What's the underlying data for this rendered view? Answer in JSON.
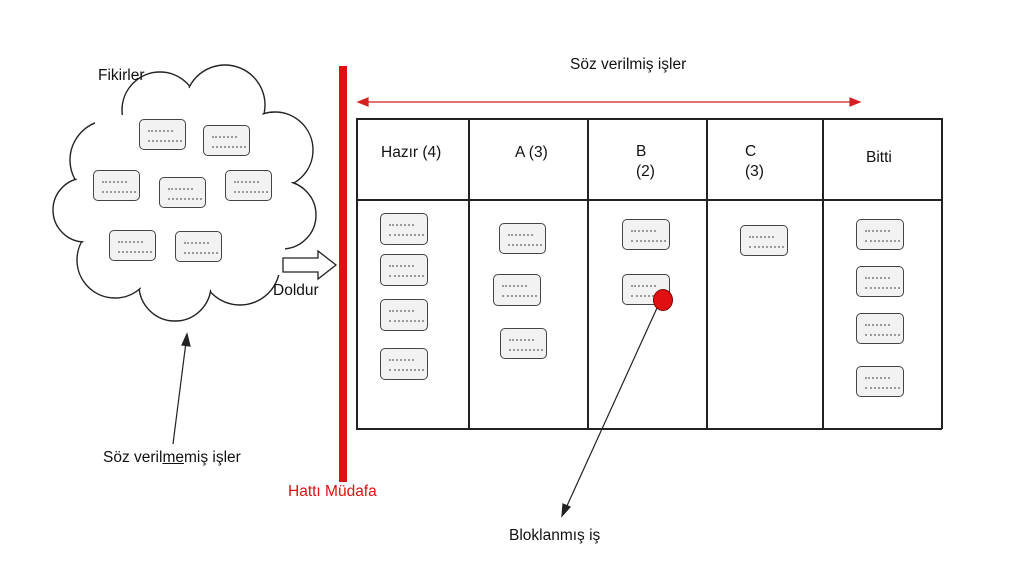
{
  "labels": {
    "ideas": "Fikirler",
    "uncommitted": "Söz veril",
    "uncommitted_mid": "me",
    "uncommitted_end": "miş işler",
    "pull": "Doldur",
    "line_of_commitment": "Hattı Müdafa",
    "committed": "Söz verilmiş işler",
    "blocked": "Bloklanmış iş"
  },
  "columns": [
    {
      "name": "Hazır (4)",
      "line1": "Hazır (4)",
      "line2": ""
    },
    {
      "name": "A (3)",
      "line1": "A (3)",
      "line2": ""
    },
    {
      "name": "B (2)",
      "line1": "B",
      "line2": "(2)"
    },
    {
      "name": "C (3)",
      "line1": "C",
      "line2": "(3)"
    },
    {
      "name": "Bitti",
      "line1": "Bitti",
      "line2": ""
    }
  ],
  "colors": {
    "commitment_line": "#e01010",
    "blocked_marker": "#e01010",
    "card_fill": "#f2f2f2",
    "card_border": "#444444"
  }
}
